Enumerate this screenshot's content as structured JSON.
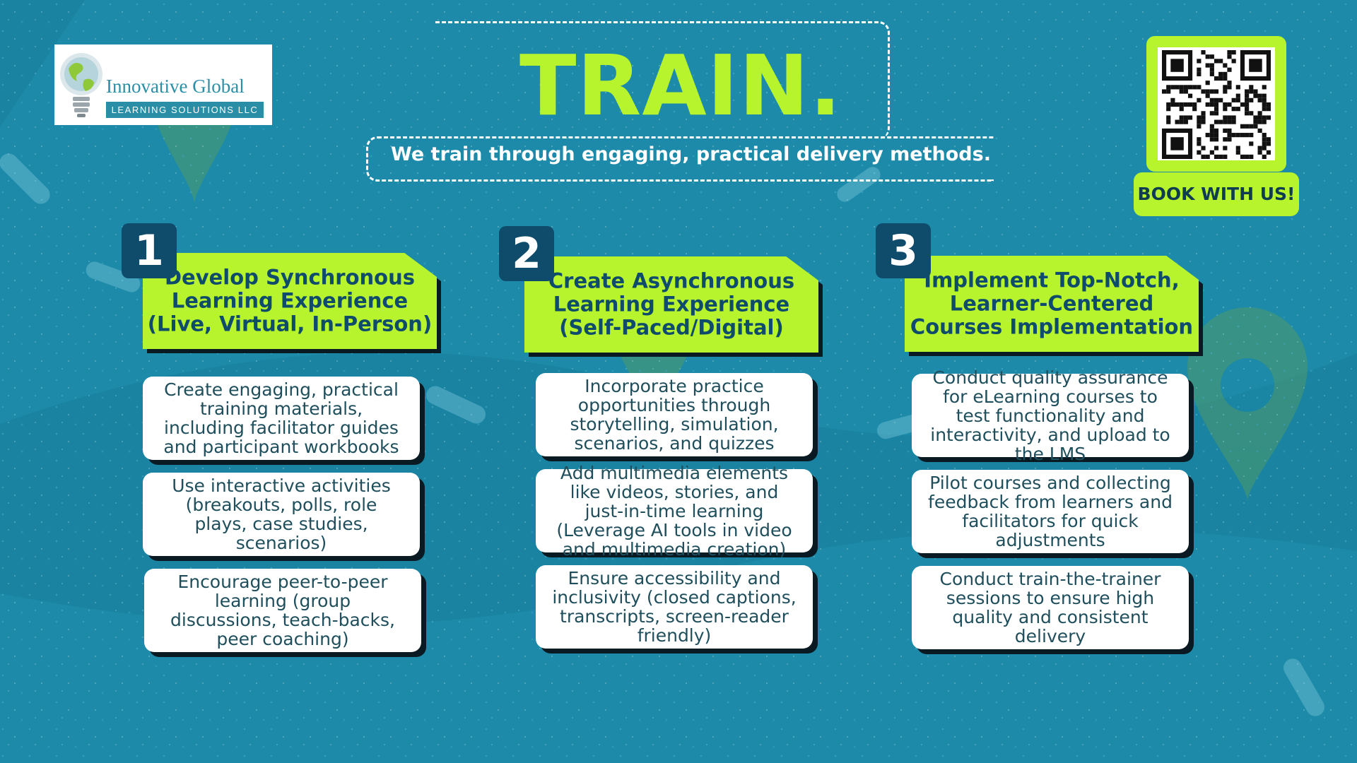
{
  "logo": {
    "name": "Innovative Global",
    "subtitle": "LEARNING SOLUTIONS LLC",
    "icon": "lightbulb-globe-icon"
  },
  "header": {
    "title": "TRAIN.",
    "subtitle": "We train through engaging, practical delivery methods."
  },
  "cta": {
    "qr_icon": "qr-code-icon",
    "label": "BOOK WITH US!"
  },
  "colors": {
    "background": "#1c8aa8",
    "accent": "#b7f42d",
    "number_badge": "#0f4b6b",
    "card": "#ffffff"
  },
  "columns": [
    {
      "number": "1",
      "heading": "Develop Synchronous Learning Experience (Live, Virtual, In-Person)",
      "items": [
        "Create engaging, practical training materials, including facilitator guides and participant workbooks",
        "Use interactive activities (breakouts, polls, role plays, case studies, scenarios)",
        "Encourage peer-to-peer learning (group discussions, teach-backs, peer coaching)"
      ]
    },
    {
      "number": "2",
      "heading": "Create Asynchronous Learning Experience (Self-Paced/Digital)",
      "items": [
        "Incorporate practice opportunities through storytelling, simulation, scenarios, and quizzes",
        "Add multimedia elements like videos, stories, and just-in-time learning (Leverage AI tools in video and multimedia creation)",
        "Ensure accessibility and inclusivity (closed captions, transcripts, screen-reader friendly)"
      ]
    },
    {
      "number": "3",
      "heading": "Implement Top-Notch, Learner-Centered Courses Implementation",
      "items": [
        "Conduct quality assurance for eLearning courses to test functionality and interactivity, and upload to the LMS",
        "Pilot courses and collecting feedback from learners and facilitators for quick adjustments",
        "Conduct train-the-trainer sessions to ensure high quality and consistent delivery"
      ]
    }
  ]
}
